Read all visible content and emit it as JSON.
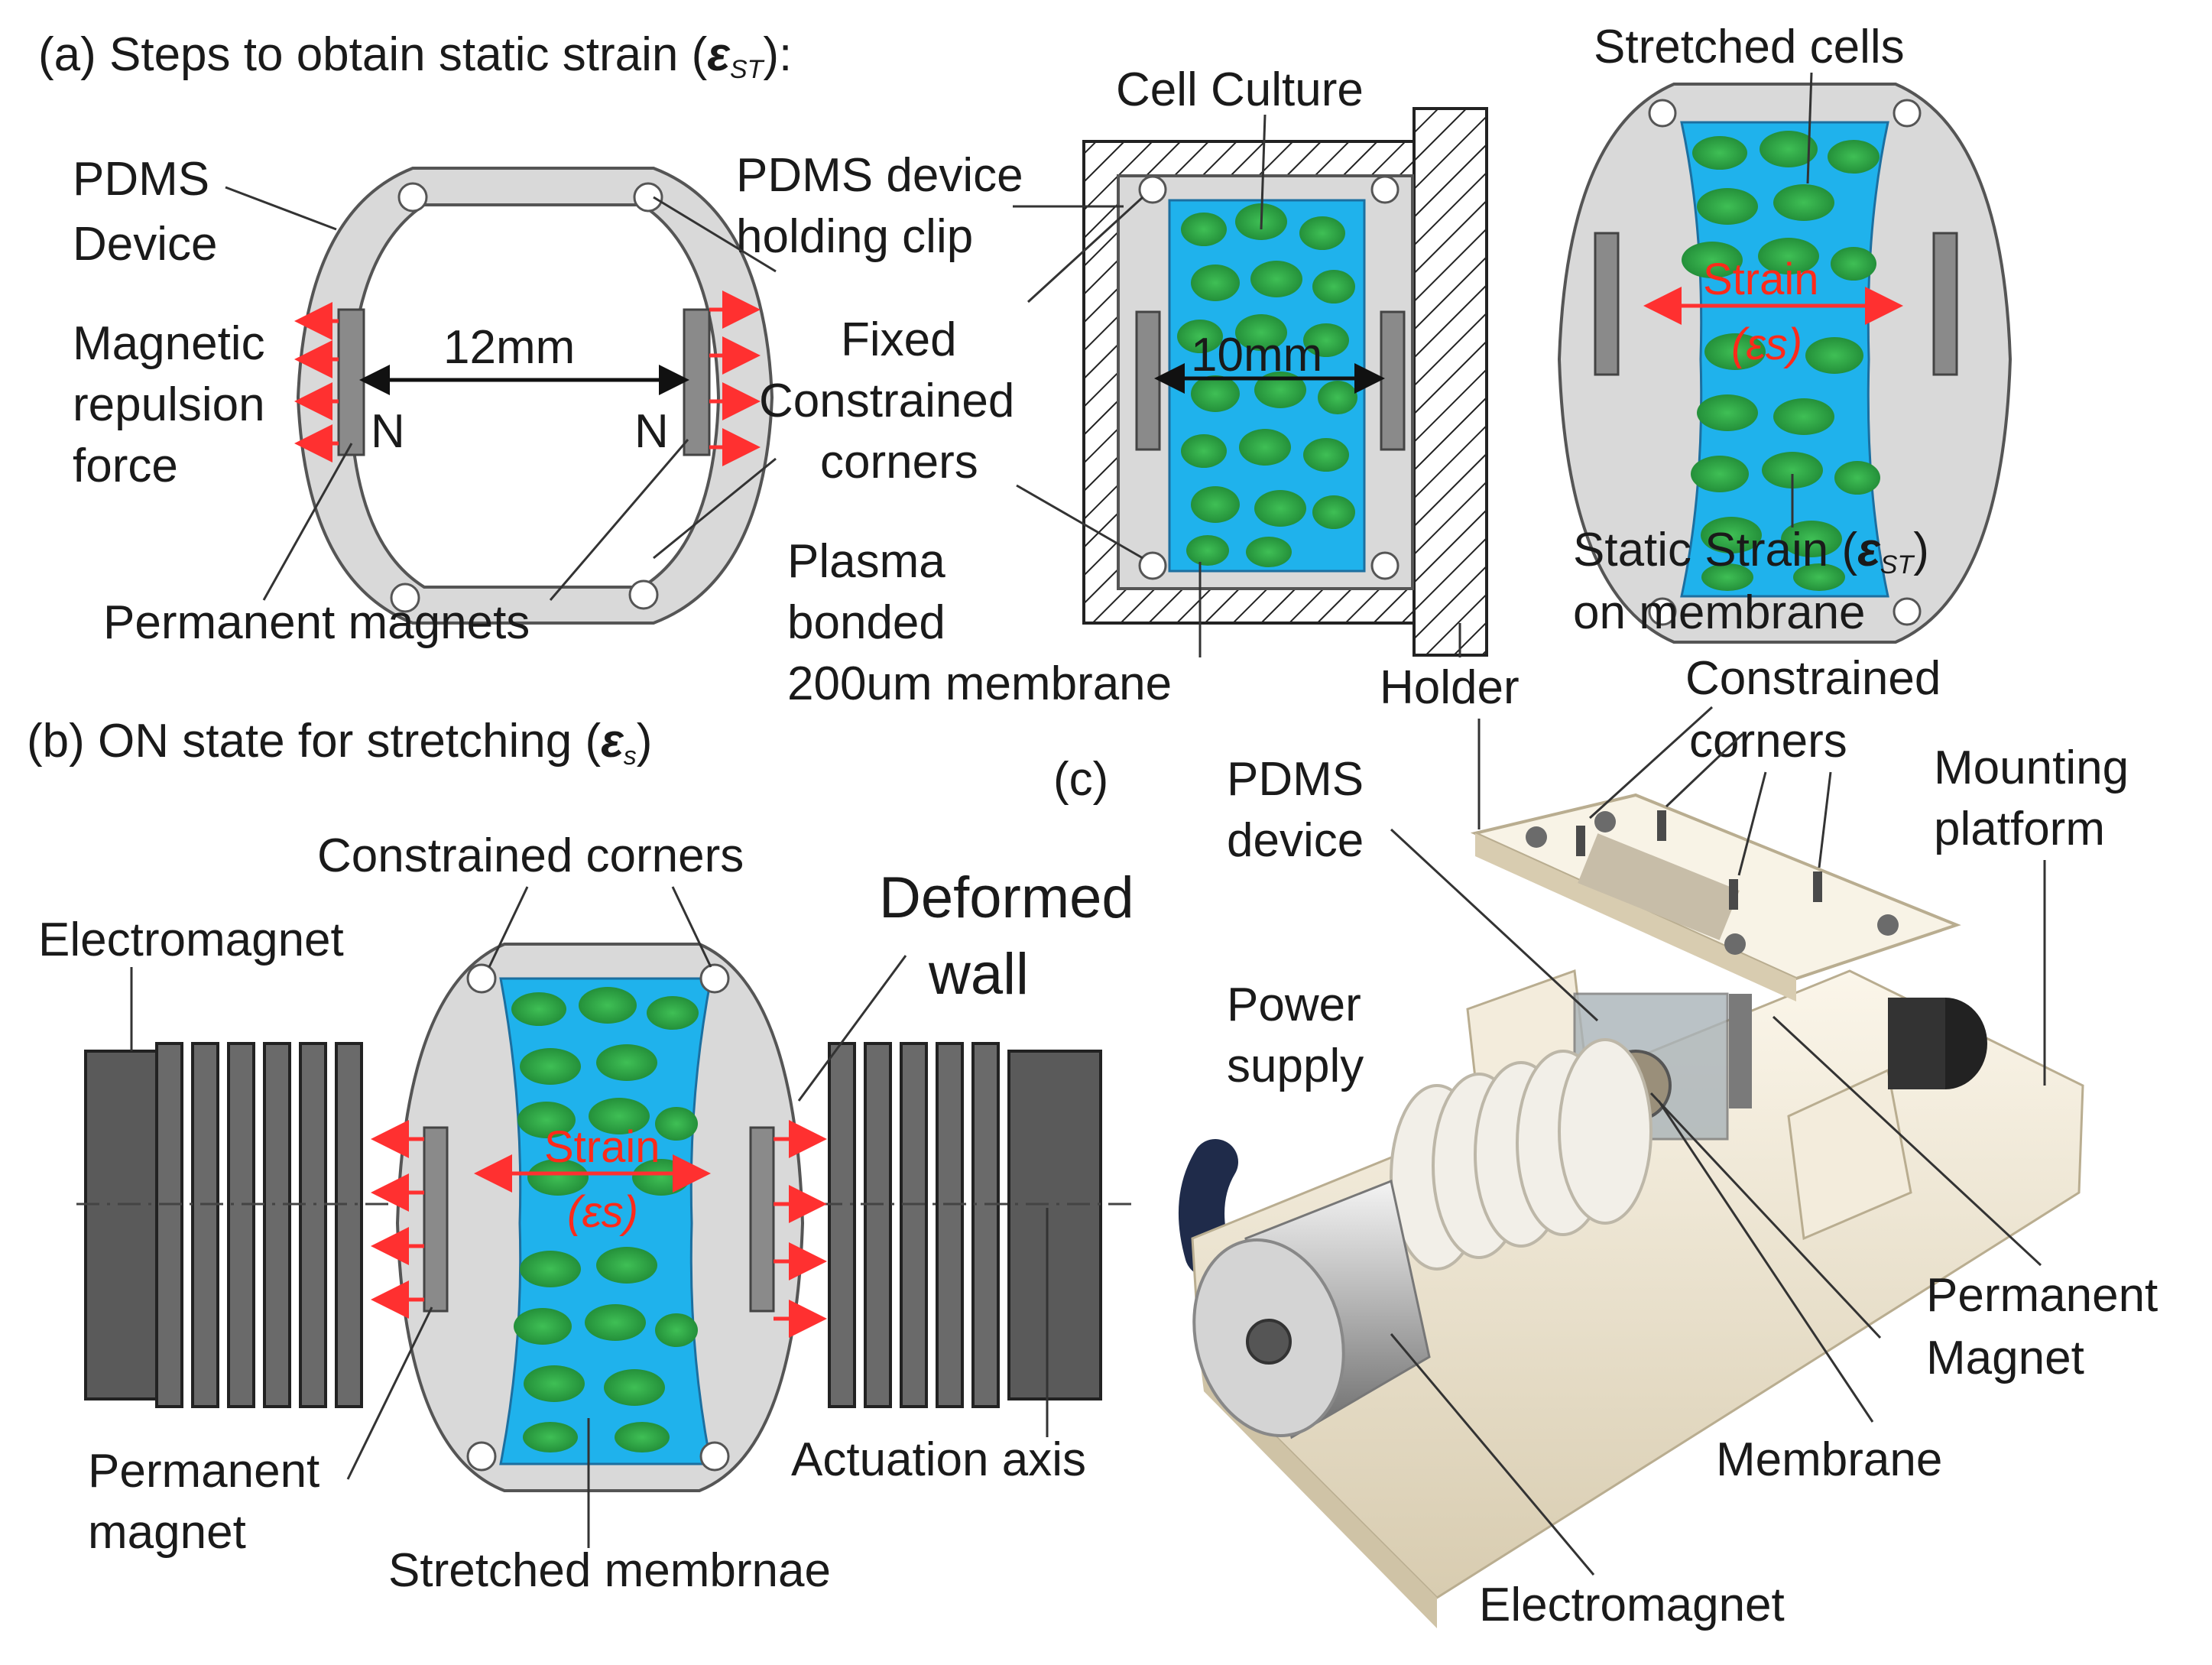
{
  "panel_a": {
    "title": "(a) Steps to obtain static strain (",
    "title_symbol": "ε",
    "title_sub": "ST",
    "title_end": "):",
    "pdms_device_1": "PDMS",
    "pdms_device_2": "Device",
    "magnetic_1": "Magnetic",
    "magnetic_2": "repulsion",
    "magnetic_3": "force",
    "dim_12mm": "12mm",
    "pole_left": "N",
    "pole_right": "N",
    "permanent_magnets": "Permanent magnets",
    "cell_culture": "Cell Culture",
    "clip_1": "PDMS device",
    "clip_2": "holding clip",
    "fixed_1": "Fixed",
    "fixed_2": "Constrained",
    "fixed_3": "corners",
    "dim_10mm": "10mm",
    "plasma_1": "Plasma",
    "plasma_2": "bonded",
    "plasma_3": "200um membrane",
    "holder": "Holder",
    "stretched_cells": "Stretched cells",
    "strain_word": "Strain",
    "strain_symbol": "(εs)",
    "static_strain_1": "Static Strain (",
    "static_strain_sym": "ε",
    "static_strain_sub": "ST",
    "static_strain_end": ")",
    "static_strain_2": "on membrane"
  },
  "panel_b": {
    "title": "(b) ON state for stretching (",
    "title_symbol": "ε",
    "title_sub": "s",
    "title_end": ")",
    "constrained_corners": "Constrained corners",
    "deformed_1": "Deformed",
    "deformed_2": "wall",
    "electromagnet": "Electromagnet",
    "strain_word": "Strain",
    "strain_symbol": "(εs)",
    "permanent_1": "Permanent",
    "permanent_2": "magnet",
    "stretched_membrane": "Stretched membrnae",
    "actuation_axis": "Actuation axis"
  },
  "panel_c": {
    "title": "(c)",
    "pdms_1": "PDMS",
    "pdms_2": "device",
    "constrained_1": "Constrained",
    "constrained_2": "corners",
    "mounting_1": "Mounting",
    "mounting_2": "platform",
    "power_1": "Power",
    "power_2": "supply",
    "permanent_1": "Permanent",
    "permanent_2": "Magnet",
    "membrane": "Membrane",
    "electromagnet": "Electromagnet"
  },
  "colors": {
    "pdms_gray": "#d9d9d9",
    "membrane_blue": "#1fb2ec",
    "cell_green": "#2ea043",
    "strain_red": "#ff2a1a",
    "magnet_gray": "#8a8a8a",
    "coil_dark": "#5a5a5a",
    "platform_cream": "#efe6d2"
  }
}
